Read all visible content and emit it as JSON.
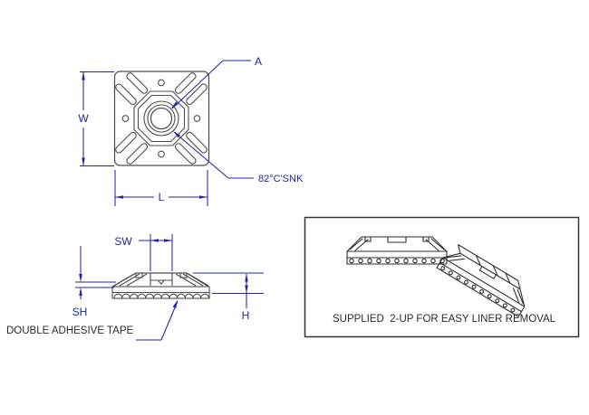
{
  "colors": {
    "dimension_blue": "#2222b2",
    "geometry_gray": "#4d4d4d",
    "ink_black": "#2f2f2f",
    "background": "#ffffff"
  },
  "top_view": {
    "labels": {
      "width": "W",
      "length": "L",
      "hole": "A",
      "countersink": "82°C'SNK"
    }
  },
  "side_view": {
    "labels": {
      "slot_width": "SW",
      "standoff_height": "SH",
      "height": "H",
      "tape": "DOUBLE ADHESIVE TAPE"
    }
  },
  "packaging_note": {
    "text": "SUPPLIED  2-UP FOR EASY LINER REMOVAL"
  }
}
